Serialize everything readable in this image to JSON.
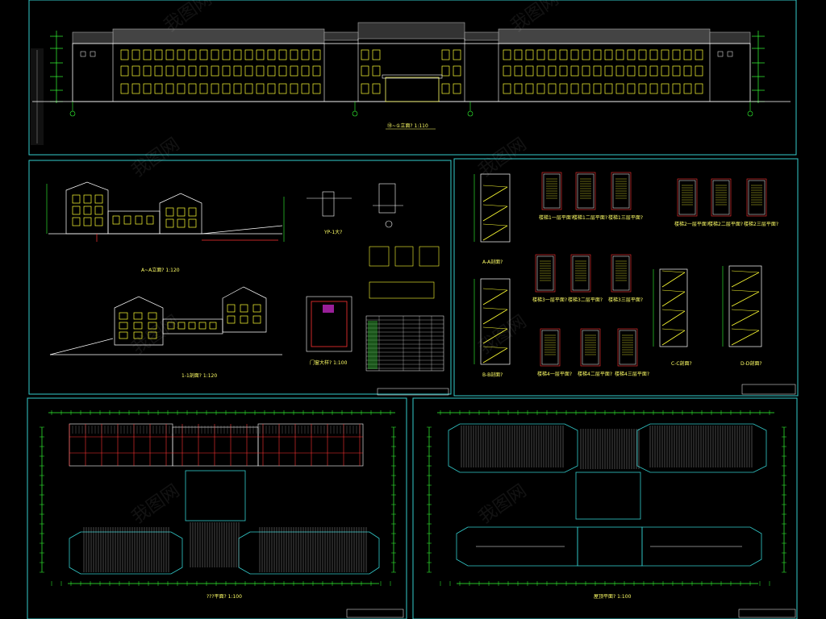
{
  "elevation_title": "⑱~①立面? 1:110",
  "section_a_title": "A~A立面? 1:120",
  "section_b_title": "1-1剖面? 1:120",
  "detail_yp": "YP-1大?",
  "detail_door": "门窗大样? 1:100",
  "stair_a_label": "A-A剖面?",
  "stair_b_label": "B-B剖面?",
  "stair_c_label": "C-C剖面?",
  "stair_d_label": "D-D剖面?",
  "stair_plan_labels": [
    "楼梯1一层平面?",
    "楼梯1二层平面?",
    "楼梯1三层平面?",
    "楼梯2一层平面?",
    "楼梯2二层平面?",
    "楼梯2三层平面?",
    "楼梯3一层平面?",
    "楼梯3二层平面?",
    "楼梯3三层平面?",
    "楼梯4一层平面?",
    "楼梯4二层平面?",
    "楼梯4三层平面?"
  ],
  "plan_left_title": "???平面? 1:100",
  "plan_right_title": "屋顶平面? 1:100",
  "watermark": "我图网",
  "colors": {
    "line_white": "#ffffff",
    "line_green": "#33ff33",
    "line_cyan": "#33cccc",
    "line_yellow": "#ffff33",
    "line_red": "#ff3333",
    "line_magenta": "#ff33ff"
  }
}
